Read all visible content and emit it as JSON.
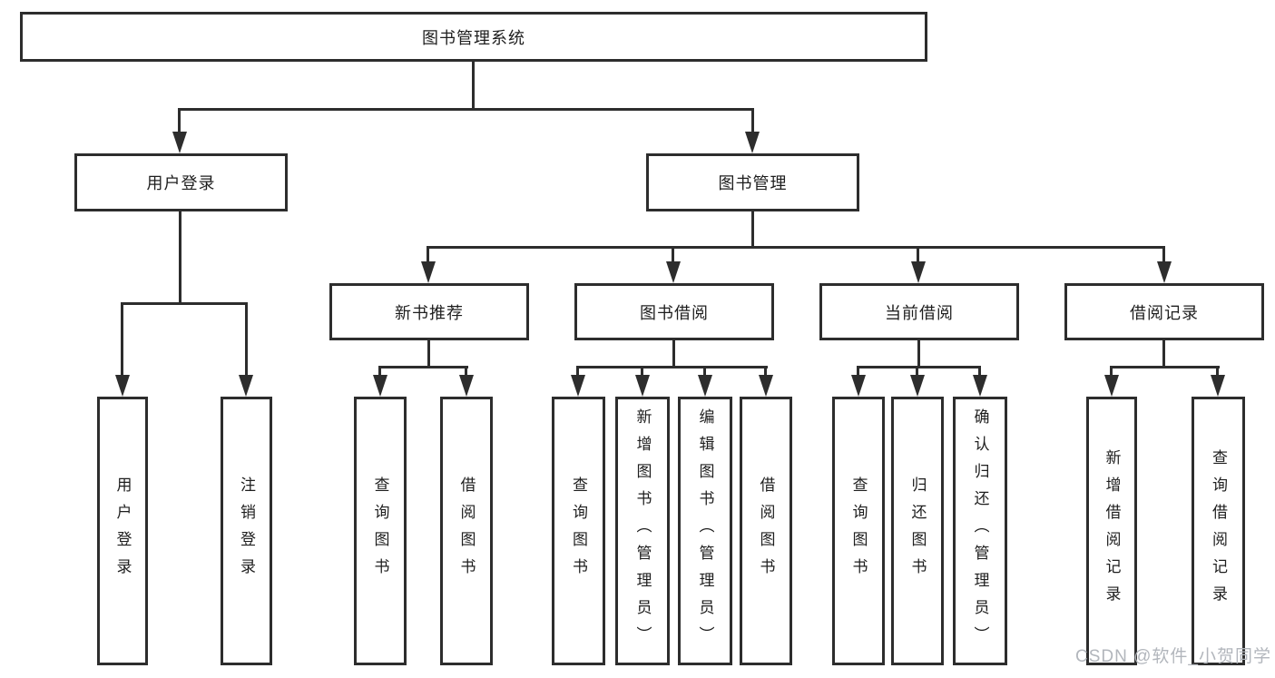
{
  "diagram": {
    "root": "图书管理系统",
    "level2": {
      "user_login": "用户登录",
      "book_management": "图书管理"
    },
    "level3": {
      "new_book": "新书推荐",
      "book_borrow": "图书借阅",
      "current_borrow": "当前借阅",
      "borrow_records": "借阅记录"
    },
    "leaves": {
      "login": [
        "用户登录",
        "注销登录"
      ],
      "new_book": [
        "查询图书",
        "借阅图书"
      ],
      "book_borrow": [
        "查询图书",
        "新增图书（管理员）",
        "编辑图书（管理员）",
        "借阅图书"
      ],
      "current_borrow": [
        "查询图书",
        "归还图书",
        "确认归还（管理员）"
      ],
      "borrow_records": [
        "新增借阅记录",
        "查询借阅记录"
      ]
    }
  },
  "watermark": "CSDN @软件_小贺同学",
  "colors": {
    "line": "#2d2d2d",
    "box_border": "#2d2d2d",
    "text": "#1e1e1e",
    "watermark": "#b2b6bc",
    "background": "#ffffff"
  }
}
